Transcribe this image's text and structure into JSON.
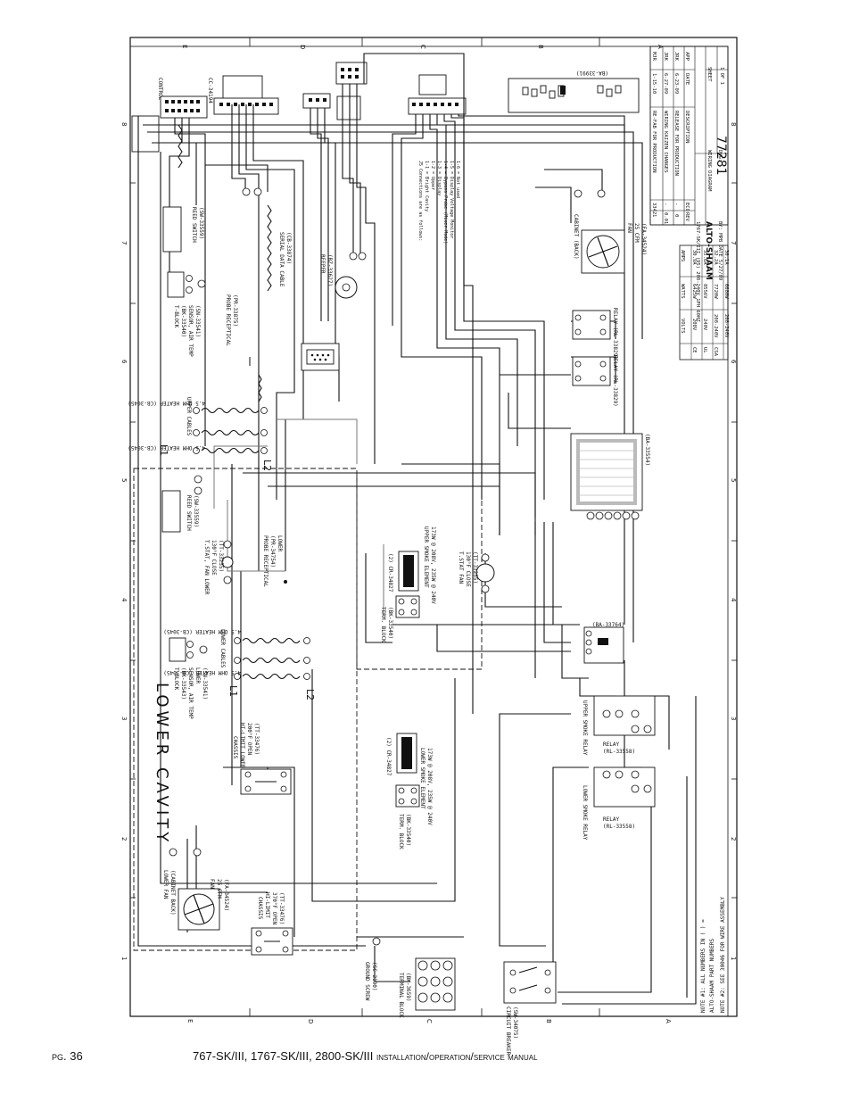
{
  "footer": {
    "page_prefix": "pg.",
    "page_number": "36",
    "models": "767-SK/III, 1767-SK/III, 2800-SK/III",
    "manual_title": "installation/operation/service manual"
  },
  "grid": {
    "letters": [
      "E",
      "D",
      "C",
      "B",
      "A"
    ],
    "numbers": [
      "1",
      "2",
      "3",
      "4",
      "5",
      "6",
      "7",
      "8"
    ]
  },
  "labels": {
    "control": "CONTROL",
    "control_pn": "CC-34194",
    "upper_board": "(BA-33991)",
    "reed_switch_upper": "REED SWITCH",
    "reed_switch_upper_pn": "(SW-33559)",
    "reed_switch_lower": "REED SWITCH",
    "reed_switch_lower_pn": "(SW-33559)",
    "serial_cable": "SERIAL DATA CABLE",
    "serial_cable_pn": "(CB-33874)",
    "beeper": "BEEPER",
    "beeper_pn": "(BZ-33627)",
    "j5_notes": [
      "J5 Connections are as follows:",
      "1-1 = Bright Cavity",
      "1-2 = Upper",
      "1-3 = Display",
      "1-4 = Bypass Probe (Mixer Mode)",
      "1-5 = Display Voltage Monitor",
      "1-6 = Not used"
    ],
    "t_block_upper": "T-BLOCK",
    "t_block_upper_pn": "(BK-33540)",
    "sensor_upper": "SENSOR, AIR TEMP",
    "sensor_upper_pn": "(SN-33541)",
    "probe_recep_upper": "PROBE RECEPTICAL",
    "probe_recep_upper_pn": "(PR-33875)",
    "cabinet_fan": "CABINET (BACK)",
    "fan_upper": "FAN",
    "fan_upper_cfm": "25 CFM",
    "fan_upper_pn": "(FA-34524)",
    "relay1": "RELAY (RL-33829)",
    "relay2": "RELAY (RL-33829)",
    "heater_upper_1": "4.5 OHM HEATER (CB-3045)",
    "heater_upper_2": "4.5 OHM HEATER (CB-3045)",
    "upper_cables": "UPPER CABLES",
    "l1": "L1",
    "l2": "L2",
    "board_mid": "(BA-33554)",
    "tstat_fan_lower": "T.STAT, FAN LOWER",
    "tstat_fan_lower_sub": "130°F CLOSE",
    "tstat_fan_lower_pn": "(TT-33255)",
    "probe_recep_lower": "PROBE RECEPTICAL",
    "probe_recep_lower_pn": "(PR-34754)",
    "probe_recep_lower_sub": "LOWER",
    "upper_smoke_el": "UPPER SMOKE ELEMENT",
    "upper_smoke_el_spec": "173W @ 208V, 235W @ 240V",
    "tstat_fan": "T.STAT FAN",
    "tstat_fan_sub": "130°F CLOSE",
    "tstat_fan_pn": "(TT-33255)",
    "term_block_upper": "TERM. BLOCK",
    "term_block_upper_pn": "(BK-33540)",
    "upper_cr": "(2) CR-34827",
    "board_small": "(BA-33764)",
    "t_block_lower": "T-BLOCK",
    "t_block_lower_pn": "(BK-33543)",
    "sensor_lower": "SENSOR, AIR TEMP",
    "sensor_lower_sub": "LOWER",
    "sensor_lower_pn": "(SN-33541)",
    "lower_cables": "LOWER CABLES",
    "heater_lower_1": "4.5 OHM HEATER (CB-3045)",
    "heater_lower_2": "4.5 OHM HEATER (CB-3045)",
    "lower_cavity": "LOWER CAVITY",
    "chassis_hi_limit_lower": "CHASSIS",
    "chassis_hi_limit_lower_sub": "HI-LIMIT LOWER",
    "chassis_hi_limit_lower_temp": "200°F OPEN",
    "chassis_hi_limit_lower_pn": "(TT-33476)",
    "upper_smoke_relay": "UPPER SMOKE RELAY",
    "relay_upper_smoke": "RELAY",
    "relay_upper_smoke_pn": "(RL-33558)",
    "lower_cr": "(2) CR-34827",
    "lower_smoke_el": "LOWER SMOKE ELEMENT",
    "lower_smoke_el_spec": "173W @ 208V, 235W @ 240V",
    "term_block_lower": "TERM. BLOCK",
    "term_block_lower_pn": "(BK-33540)",
    "lower_smoke_relay": "LOWER SMOKE RELAY",
    "relay_lower_smoke": "RELAY",
    "relay_lower_smoke_pn": "(RL-33558)",
    "lower_fan": "LOWER FAN",
    "lower_fan_sub": "(CABINET BACK)",
    "fan_lower": "FAN",
    "fan_lower_cfm": "25 CFM",
    "fan_lower_pn": "(FA-34524)",
    "chassis_hi_limit": "CHASSIS",
    "chassis_hi_limit_sub": "HI-LIMIT",
    "chassis_hi_limit_temp": "370°F OPEN",
    "chassis_hi_limit_pn": "(TT-33476)",
    "ground_screw": "GROUND SCREW",
    "ground_screw_pn": "(SC-2190)",
    "terminal_block": "TERMINAL BLOCK",
    "terminal_block_pn": "(BK-3659)",
    "circuit_breaker": "CIRCUIT BREAKER",
    "circuit_breaker_pn": "(SW-34075)",
    "note1": "NOTE #1: ALL NUMBERS IN ( ) =",
    "note1b": "ALTO-SHAAM PART NUMBERS",
    "note2": "NOTE #2: SEE 30046 FOR WIRE ASSEMBLY"
  },
  "title_block": {
    "revisions": [
      [
        "1",
        "3342",
        "RE-FAB FOR PRODUCTION",
        "1-15-10",
        "MJR"
      ],
      [
        "0.01",
        "-",
        "WIRING KAIZEN CHANGES",
        "6-27-09",
        "JRK"
      ],
      [
        "0",
        "-",
        "RELEASE FOR PRODUCTION",
        "6-23-09",
        "JRK"
      ],
      [
        "REV",
        "ECO",
        "DESCRIPTION",
        "DATE",
        "APP"
      ]
    ],
    "model_line": "1767-SK/III (95) 208-240V 1PH 60HZ",
    "company": "ALTO-SHAAM",
    "doc_type": "WIRING DIAGRAM",
    "by": "BY: MPB DATE 5/27/09",
    "dwg_label": "DWG:",
    "dwg_number": "77281",
    "sheet_label": "SHEET",
    "sheet_value": "1 OF 1",
    "ratings_header": [
      "VOLTS",
      "WATTS",
      "AMPS"
    ],
    "ratings": [
      [
        "208V",
        "6425W",
        "30.9A"
      ],
      [
        "240V",
        "8556V",
        "35.6A"
      ],
      [
        "208-240V",
        "7720W",
        "32.2A"
      ],
      [
        "208-240V",
        "6680W",
        "30.1A"
      ]
    ],
    "ratings_sub": [
      "CE",
      "UL",
      "CSA"
    ]
  }
}
